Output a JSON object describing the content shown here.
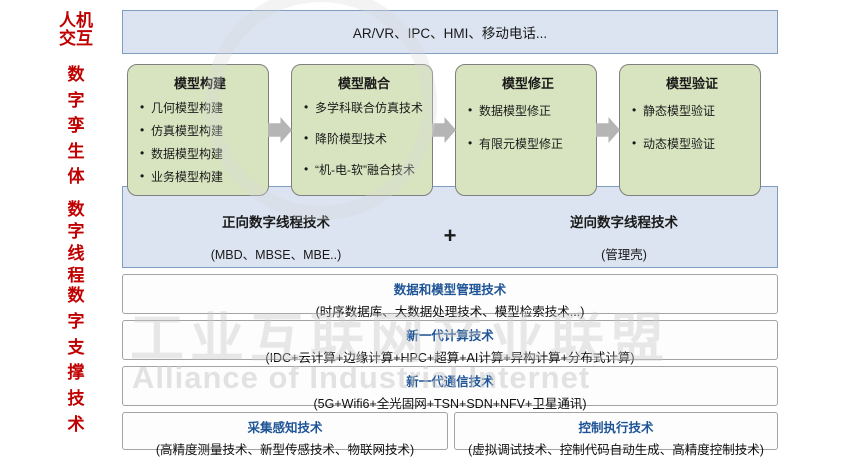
{
  "left_labels": {
    "hmi": "人机交互",
    "twin": "数字孪生体",
    "thread": "数字线程",
    "support": "数字支撑技术"
  },
  "top_bar": {
    "text": "AR/VR、IPC、HMI、移动电话..."
  },
  "model_boxes": [
    {
      "title": "模型构建",
      "items": [
        "几何模型构建",
        "仿真模型构建",
        "数据模型构建",
        "业务模型构建"
      ]
    },
    {
      "title": "模型融合",
      "items": [
        "多学科联合仿真技术",
        "降阶模型技术",
        "“机-电-软”融合技术"
      ]
    },
    {
      "title": "模型修正",
      "items": [
        "数据模型修正",
        "有限元模型修正"
      ]
    },
    {
      "title": "模型验证",
      "items": [
        "静态模型验证",
        "动态模型验证"
      ]
    }
  ],
  "thread_band": {
    "left_title": "正向数字线程技术",
    "left_sub": "(MBD、MBSE、MBE..)",
    "plus": "+",
    "right_title": "逆向数字线程技术",
    "right_sub": "(管理壳)"
  },
  "support_rows": [
    {
      "title": "数据和模型管理技术",
      "sub": "(时序数据库、大数据处理技术、模型检索技术...)"
    },
    {
      "title": "新一代计算技术",
      "sub": "(IDC+云计算+边缘计算+HPC+超算+AI计算+异构计算+分布式计算)"
    },
    {
      "title": "新一代通信技术",
      "sub": "(5G+Wifi6+全光固网+TSN+SDN+NFV+卫星通讯)"
    }
  ],
  "bottom_boxes": [
    {
      "title": "采集感知技术",
      "sub": "(高精度测量技术、新型传感技术、物联网技术)"
    },
    {
      "title": "控制执行技术",
      "sub": "(虚拟调试技术、控制代码自动生成、高精度控制技术)"
    }
  ],
  "watermark": {
    "cn": "工业互联网产业联盟",
    "en": "Alliance of Industrial Internet"
  },
  "colors": {
    "label_red": "#c00000",
    "band_blue": "#dbe4f0",
    "box_green": "#d8e4bf",
    "title_blue": "#1f5597",
    "arrow_gray": "#b5b5b5"
  }
}
